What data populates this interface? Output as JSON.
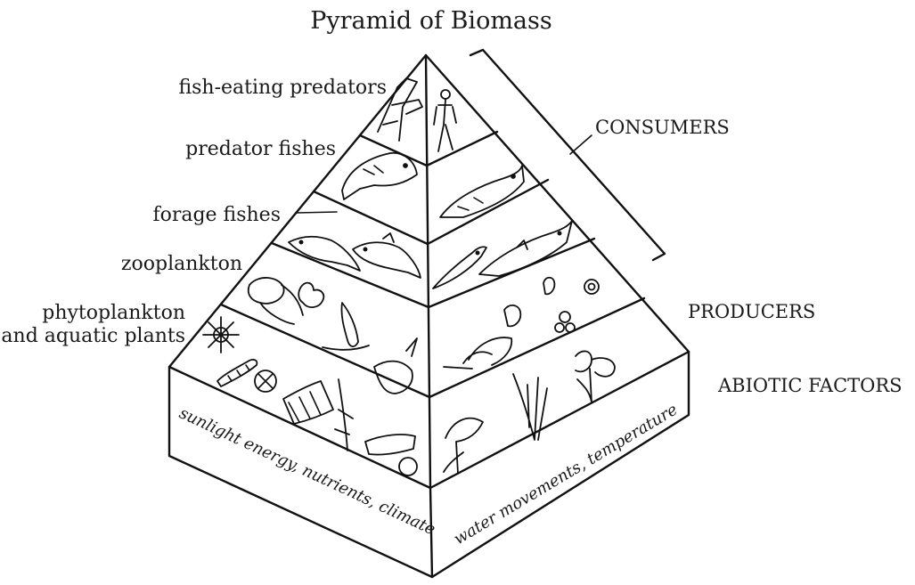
{
  "title": "Pyramid of Biomass",
  "levels": [
    {
      "id": "fish-eating-predators",
      "label": "fish-eating predators",
      "icons": [
        "bird-icon",
        "human-icon"
      ]
    },
    {
      "id": "predator-fishes",
      "label": "predator fishes",
      "icons": [
        "predator-fish-icon",
        "predator-fish-icon"
      ]
    },
    {
      "id": "forage-fishes",
      "label": "forage fishes",
      "icons": [
        "forage-fish-icon",
        "forage-fish-icon",
        "forage-fish-icon",
        "forage-fish-icon"
      ]
    },
    {
      "id": "zooplankton",
      "label": "zooplankton",
      "icons": [
        "copepod-icon",
        "rotifer-icon",
        "daphnia-icon",
        "larva-icon",
        "shell-icon"
      ]
    },
    {
      "id": "phytoplankton",
      "label": "phytoplankton\nand aquatic plants",
      "label_lines": [
        "phytoplankton",
        "and aquatic plants"
      ],
      "icons": [
        "diatom-icon",
        "algae-chain-icon",
        "aquatic-plant-icon",
        "water-lily-icon"
      ]
    }
  ],
  "groups": {
    "consumers": "CONSUMERS",
    "producers": "PRODUCERS",
    "abiotic": "ABIOTIC FACTORS"
  },
  "base_faces": {
    "left": "sunlight energy, nutrients, climate",
    "right": "water movements, temperature"
  }
}
